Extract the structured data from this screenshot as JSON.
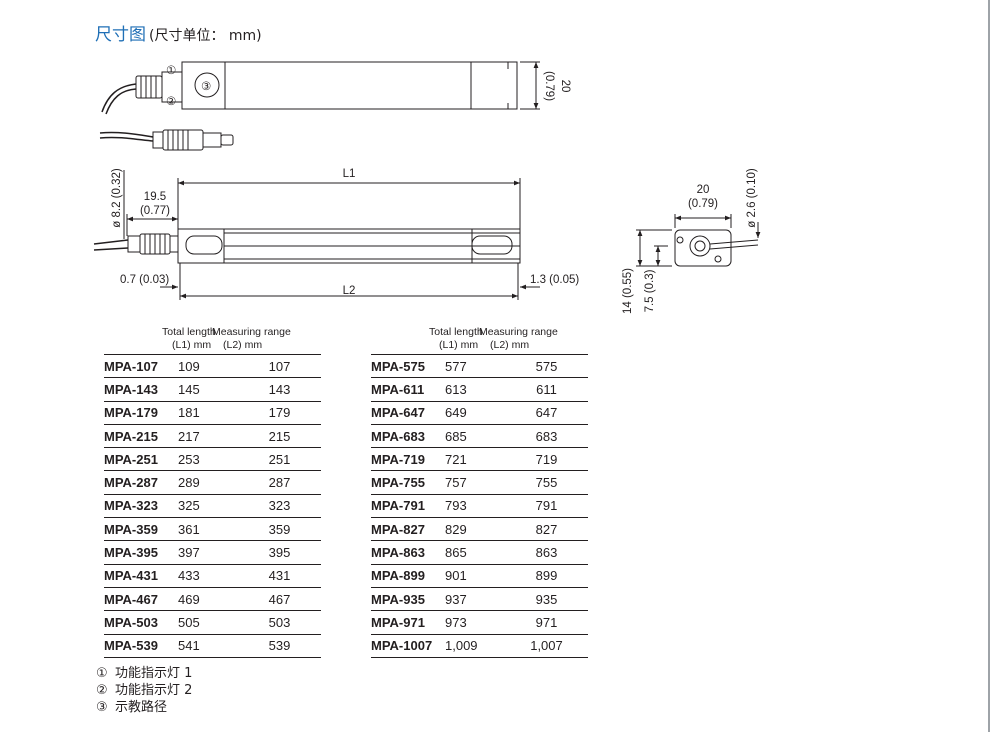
{
  "header": {
    "title": "尺寸图",
    "subtitle": "(尺寸单位： mm)"
  },
  "drawing": {
    "callouts": [
      "①",
      "②",
      "③"
    ],
    "height_mm": "20",
    "height_in": "(0.79)",
    "l1_label": "L1",
    "l2_label": "L2",
    "offset_mm": "19.5",
    "offset_in": "(0.77)",
    "diameter_cable": "ø 8.2 (0.32)",
    "left_gap": "0.7 (0.03)",
    "right_gap": "1.3 (0.05)",
    "end_width_mm": "20",
    "end_width_in": "(0.79)",
    "end_diameter": "ø 2.6 (0.10)",
    "end_height": "14 (0.55)",
    "end_center": "7.5 (0.3)"
  },
  "table": {
    "col_length_line1": "Total length",
    "col_length_line2": "(L1) mm",
    "col_range_line1": "Measuring range",
    "col_range_line2": "(L2) mm",
    "left_rows": [
      {
        "model": "MPA-107",
        "l1": "109",
        "l2": "107"
      },
      {
        "model": "MPA-143",
        "l1": "145",
        "l2": "143"
      },
      {
        "model": "MPA-179",
        "l1": "181",
        "l2": "179"
      },
      {
        "model": "MPA-215",
        "l1": "217",
        "l2": "215"
      },
      {
        "model": "MPA-251",
        "l1": "253",
        "l2": "251"
      },
      {
        "model": "MPA-287",
        "l1": "289",
        "l2": "287"
      },
      {
        "model": "MPA-323",
        "l1": "325",
        "l2": "323"
      },
      {
        "model": "MPA-359",
        "l1": "361",
        "l2": "359"
      },
      {
        "model": "MPA-395",
        "l1": "397",
        "l2": "395"
      },
      {
        "model": "MPA-431",
        "l1": "433",
        "l2": "431"
      },
      {
        "model": "MPA-467",
        "l1": "469",
        "l2": "467"
      },
      {
        "model": "MPA-503",
        "l1": "505",
        "l2": "503"
      },
      {
        "model": "MPA-539",
        "l1": "541",
        "l2": "539"
      }
    ],
    "right_rows": [
      {
        "model": "MPA-575",
        "l1": "577",
        "l2": "575"
      },
      {
        "model": "MPA-611",
        "l1": "613",
        "l2": "611"
      },
      {
        "model": "MPA-647",
        "l1": "649",
        "l2": "647"
      },
      {
        "model": "MPA-683",
        "l1": "685",
        "l2": "683"
      },
      {
        "model": "MPA-719",
        "l1": "721",
        "l2": "719"
      },
      {
        "model": "MPA-755",
        "l1": "757",
        "l2": "755"
      },
      {
        "model": "MPA-791",
        "l1": "793",
        "l2": "791"
      },
      {
        "model": "MPA-827",
        "l1": "829",
        "l2": "827"
      },
      {
        "model": "MPA-863",
        "l1": "865",
        "l2": "863"
      },
      {
        "model": "MPA-899",
        "l1": "901",
        "l2": "899"
      },
      {
        "model": "MPA-935",
        "l1": "937",
        "l2": "935"
      },
      {
        "model": "MPA-971",
        "l1": "973",
        "l2": "971"
      },
      {
        "model": "MPA-1007",
        "l1": "1,009",
        "l2": "1,007"
      }
    ]
  },
  "legend": [
    {
      "num": "①",
      "text": "功能指示灯 1"
    },
    {
      "num": "②",
      "text": "功能指示灯 2"
    },
    {
      "num": "③",
      "text": "示教路径"
    }
  ],
  "colors": {
    "title": "#1f6fb6",
    "line": "#231f20"
  }
}
